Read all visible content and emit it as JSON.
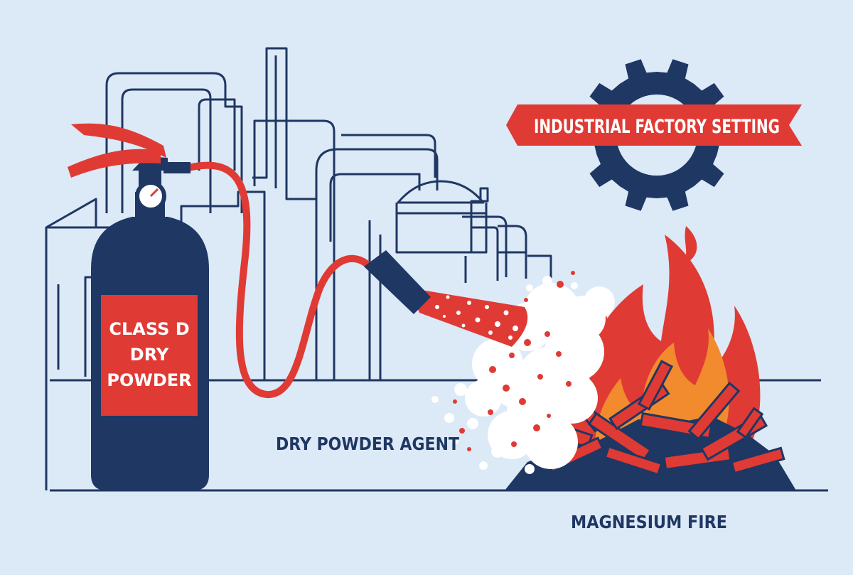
{
  "labels": {
    "extinguisher_line1": "CLASS D",
    "extinguisher_line2": "DRY",
    "extinguisher_line3": "POWDER",
    "banner": "INDUSTRIAL FACTORY SETTING",
    "agent": "DRY POWDER AGENT",
    "fire": "MAGNESIUM FIRE"
  },
  "colors": {
    "background": "#dce9f6",
    "navy": "#1f3763",
    "red": "#e03a34",
    "orange": "#f28a2e",
    "powder": "#ffffff"
  },
  "icons": {
    "gear": "gear-icon",
    "flame": "flame-icon"
  }
}
